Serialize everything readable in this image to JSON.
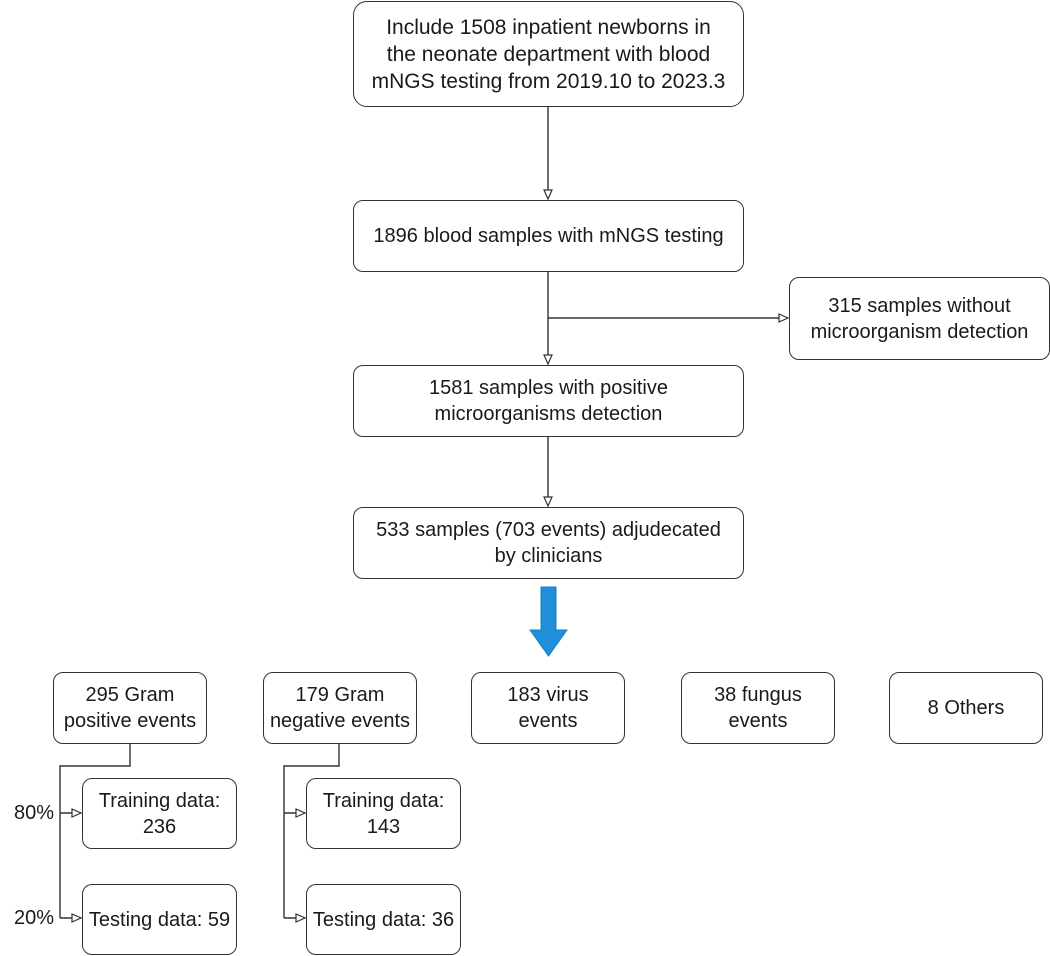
{
  "diagram": {
    "nodes": {
      "include": "Include 1508 inpatient newborns in\nthe neonate department with blood\nmNGS testing from 2019.10 to 2023.3",
      "blood_samples": "1896 blood samples with mNGS testing",
      "without_detection": "315 samples without\nmicroorganism detection",
      "positive_detection": "1581 samples with positive\nmicroorganisms detection",
      "adjudicated": "533 samples (703 events) adjudecated\nby clinicians",
      "gram_positive": "295 Gram\npositive events",
      "gram_negative": "179 Gram\nnegative events",
      "virus": "183 virus\nevents",
      "fungus": "38 fungus\nevents",
      "others": "8 Others",
      "gp_training": "Training data:\n236",
      "gp_testing": "Testing data: 59",
      "gn_training": "Training data:\n143",
      "gn_testing": "Testing data: 36"
    },
    "split_labels": {
      "training_pct": "80%",
      "testing_pct": "20%"
    },
    "colors": {
      "border": "#333333",
      "big_arrow": "#1f8fd8"
    }
  }
}
